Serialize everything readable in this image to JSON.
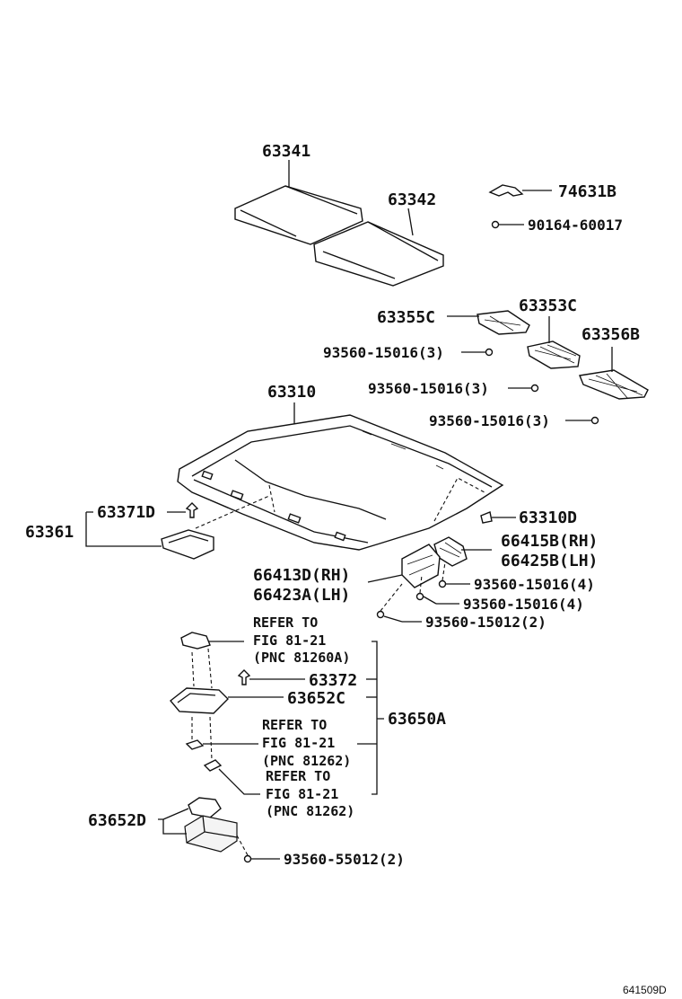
{
  "labels": {
    "p63341": "63341",
    "p63342": "63342",
    "p74631B": "74631B",
    "p90164": "90164-60017",
    "p63355C": "63355C",
    "p63353C": "63353C",
    "p63356B": "63356B",
    "s1": "93560-15016(3)",
    "s2": "93560-15016(3)",
    "s3": "93560-15016(3)",
    "p63310": "63310",
    "p63371D": "63371D",
    "p63361": "63361",
    "p63310D": "63310D",
    "p66415B": "66415B(RH)",
    "p66425B": "66425B(LH)",
    "p66413D": "66413D(RH)",
    "p66423A": "66423A(LH)",
    "s4": "93560-15016(4)",
    "s5": "93560-15016(4)",
    "s6": "93560-15012(2)",
    "ref1_a": "REFER TO",
    "ref1_b": "FIG 81-21",
    "ref1_c": "(PNC 81260A)",
    "p63372": "63372",
    "p63652C": "63652C",
    "p63650A": "63650A",
    "ref2_a": "REFER TO",
    "ref2_b": "FIG 81-21",
    "ref2_c": "(PNC 81262)",
    "ref3_a": "REFER TO",
    "ref3_b": "FIG 81-21",
    "ref3_c": "(PNC 81262)",
    "p63652D": "63652D",
    "s7": "93560-55012(2)",
    "figure_code": "641509D"
  }
}
